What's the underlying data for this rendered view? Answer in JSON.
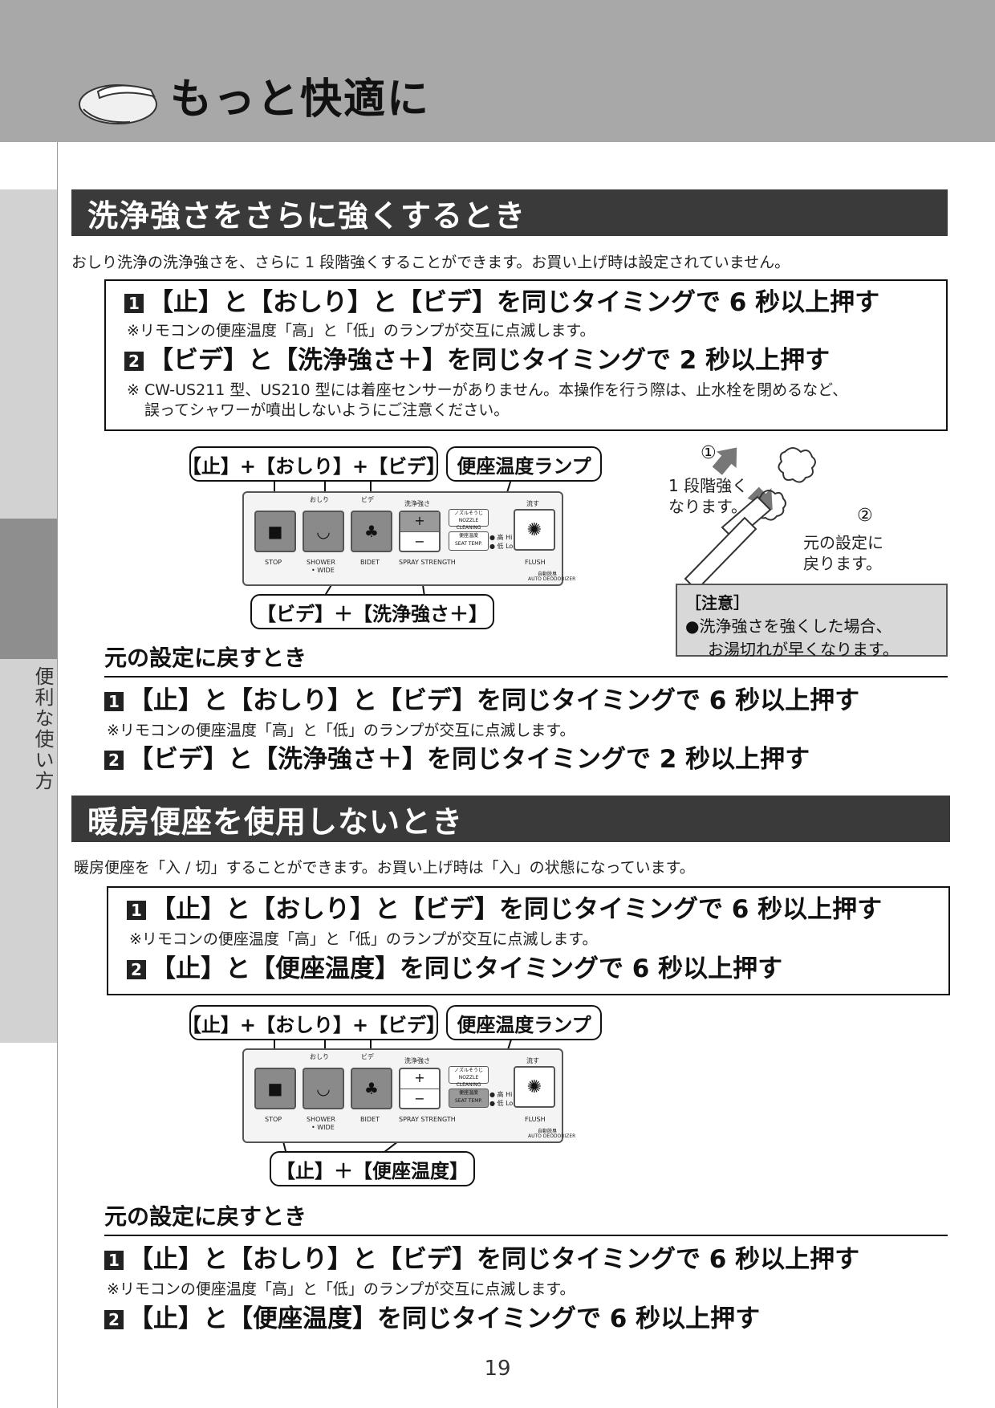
{
  "header": {
    "title": "もっと快適に"
  },
  "side_label": "便利な使い方",
  "section1": {
    "title": "洗浄強さをさらに強くするとき",
    "intro": "おしり洗浄の洗浄強さを、さらに 1 段階強くすることができます。お買い上げ時は設定されていません。",
    "step1": "【止】と【おしり】と【ビデ】を同じタイミングで 6 秒以上押す",
    "step1_note": "※リモコンの便座温度「高」と「低」のランプが交互に点滅します。",
    "step2": "【ビデ】と【洗浄強さ＋】を同じタイミングで 2 秒以上押す",
    "step2_note_1": "※ CW-US211 型、US210 型には着座センサーがありません。本操作を行う際は、止水栓を閉めるなど、",
    "step2_note_2": "誤ってシャワーが噴出しないようにご注意ください。",
    "callout_buttons": "【止】+【おしり】+【ビデ】",
    "callout_lamp": "便座温度ランプ",
    "callout_bottom": "【ビデ】＋【洗浄強さ＋】",
    "spray_up_num": "①",
    "spray_up_text_1": "1 段階強く",
    "spray_up_text_2": "なります。",
    "spray_down_num": "②",
    "spray_down_text_1": "元の設定に",
    "spray_down_text_2": "戻ります。",
    "caution_title": "［注意］",
    "caution_1": "●洗浄強さを強くした場合、",
    "caution_2": "お湯切れが早くなります。",
    "reset_title": "元の設定に戻すとき",
    "reset_step1": "【止】と【おしり】と【ビデ】を同じタイミングで 6 秒以上押す",
    "reset_step1_note": "※リモコンの便座温度「高」と「低」のランプが交互に点滅します。",
    "reset_step2": "【ビデ】と【洗浄強さ＋】を同じタイミングで 2 秒以上押す"
  },
  "section2": {
    "title": "暖房便座を使用しないとき",
    "intro": "暖房便座を「入 / 切」することができます。お買い上げ時は「入」の状態になっています。",
    "step1": "【止】と【おしり】と【ビデ】を同じタイミングで 6 秒以上押す",
    "step1_note": "※リモコンの便座温度「高」と「低」のランプが交互に点滅します。",
    "step2": "【止】と【便座温度】を同じタイミングで 6 秒以上押す",
    "callout_buttons": "【止】+【おしり】+【ビデ】",
    "callout_lamp": "便座温度ランプ",
    "callout_bottom": "【止】＋【便座温度】",
    "reset_title": "元の設定に戻すとき",
    "reset_step1": "【止】と【おしり】と【ビデ】を同じタイミングで 6 秒以上押す",
    "reset_step1_note": "※リモコンの便座温度「高」と「低」のランプが交互に点滅します。",
    "reset_step2": "【止】と【便座温度】を同じタイミングで 6 秒以上押す"
  },
  "step_numbers": {
    "one": "1",
    "two": "2"
  },
  "remote": {
    "oshiri_top": "おしり",
    "bidet_top": "ビデ",
    "spray_strength_top": "洗浄強さ",
    "flush_top": "流す",
    "stop": "STOP",
    "shower": "SHOWER",
    "wide": "• WIDE",
    "bidet": "BIDET",
    "spray_strength": "SPRAY STRENGTH",
    "flush": "FLUSH",
    "nozzle_jp": "ノズルそうじ",
    "nozzle_en": "NOZZLE CLEANING",
    "seat_jp": "便座温度",
    "seat_en": "SEAT TEMP.",
    "hi": "● 高 Hi",
    "lo": "● 低 Lo",
    "auto_jp": "自動脱臭",
    "auto_en": "AUTO DEODORIZER",
    "plus": "+",
    "minus": "−"
  },
  "page_number": "19"
}
